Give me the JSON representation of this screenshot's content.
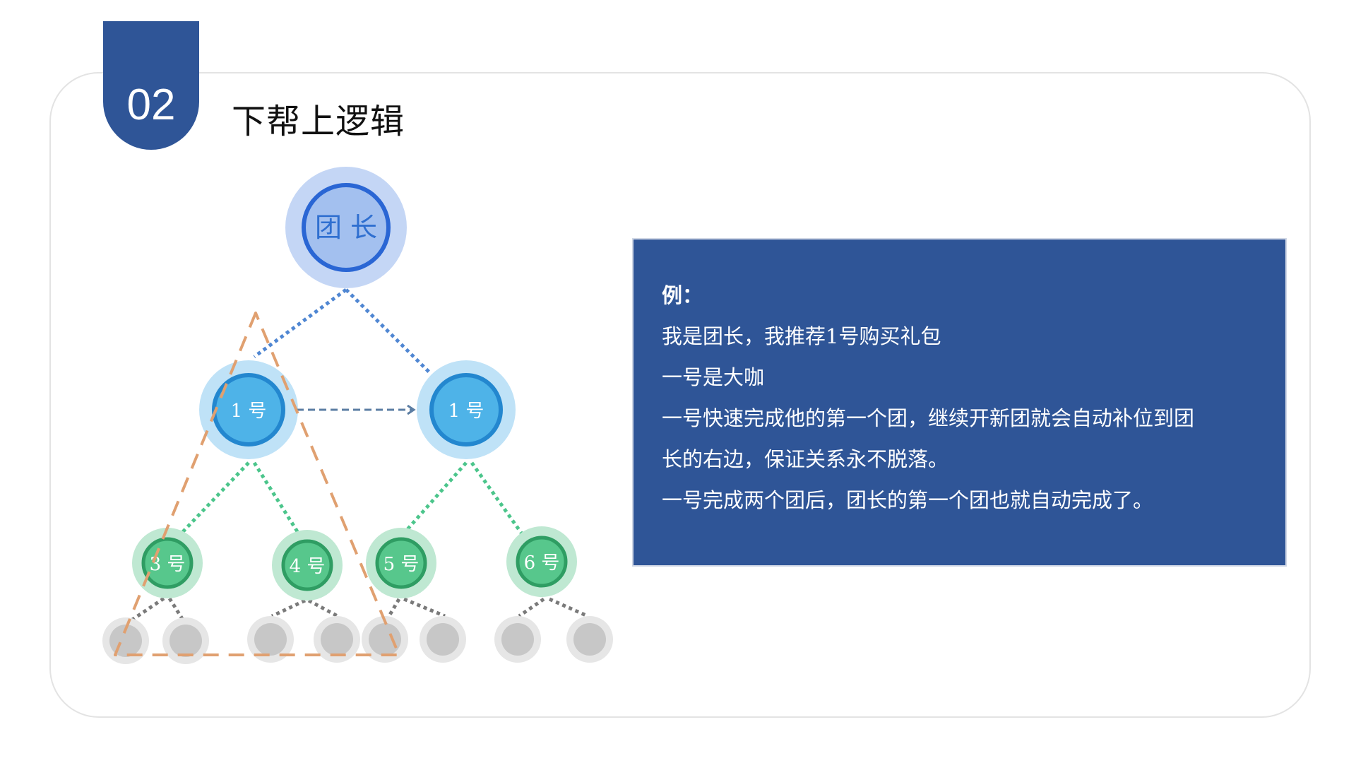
{
  "slide": {
    "number": "02",
    "title": "下帮上逻辑"
  },
  "diagram": {
    "leader": {
      "label": "团 长"
    },
    "level1": [
      {
        "label": "1 号"
      },
      {
        "label": "1 号"
      }
    ],
    "level2": [
      {
        "label": "3 号"
      },
      {
        "label": "4 号"
      },
      {
        "label": "5 号"
      },
      {
        "label": "6 号"
      }
    ],
    "leaf_count": 8,
    "colors": {
      "leader_halo": "#c4d6f5",
      "leader_fill": "#a3c0ef",
      "leader_ring": "#2a66d4",
      "level1_halo": "#bfe2f7",
      "level1_fill": "#4eb3e8",
      "level1_ring": "#2387cf",
      "level2_halo": "#bfe8d2",
      "level2_fill": "#57c78c",
      "level2_ring": "#2f9d63",
      "leaf_halo": "#e6e6e6",
      "leaf_fill": "#c7c7c7",
      "triangle": "#e0a070",
      "connector_blue": "#4f86d2",
      "connector_green": "#4bc58b",
      "connector_gray": "#7a7a7a",
      "arrow": "#5b7da3"
    }
  },
  "infobox": {
    "heading": "例：",
    "lines": [
      "我是团长，我推荐1号购买礼包",
      "一号是大咖",
      "一号快速完成他的第一个团，继续开新团就会自动补位到团",
      "长的右边，保证关系永不脱落。",
      "一号完成两个团后，团长的第一个团也就自动完成了。"
    ]
  }
}
